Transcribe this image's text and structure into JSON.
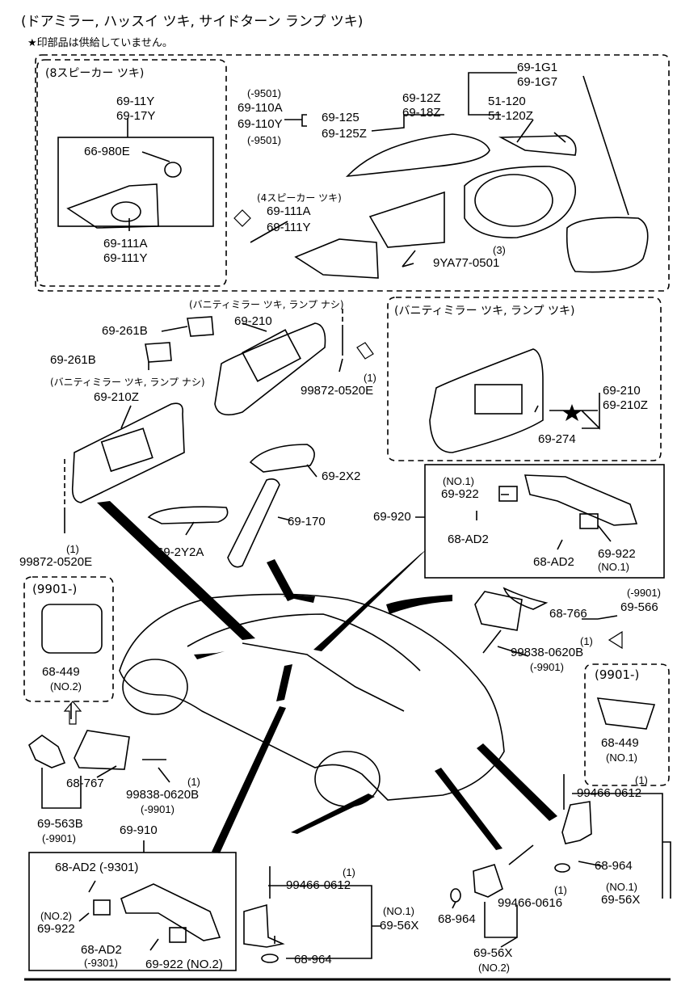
{
  "header": {
    "title": "(ドアミラー, ハッスイ ツキ, サイドターン ランプ ツキ)",
    "note": "★印部品は供給していません。"
  },
  "boxes": {
    "mirror_speaker": "(8スピーカー ツキ)",
    "speaker4": "(4スピーカー ツキ)",
    "vanity_lamp": "(バニティミラー ツキ, ランプ ツキ)",
    "vanity_nolamp_top": "(バニティミラー ツキ, ランプ ナシ)",
    "vanity_nolamp_left": "(バニティミラー ツキ, ランプ ナシ)",
    "box9901_left": "(9901-)",
    "box9901_right": "(9901-)"
  },
  "labels": {
    "l01": "69-1G1",
    "l02": "69-1G7",
    "l03": "69-12Z",
    "l04": "69-18Z",
    "l05": "51-120",
    "l06": "51-120Z",
    "l07": "(-9501)",
    "l08": "69-110A",
    "l09": "69-110Y",
    "l10": "(-9501)",
    "l11": "69-125",
    "l12": "69-125Z",
    "l13": "69-11Y",
    "l14": "69-17Y",
    "l15": "66-980E",
    "l16": "69-111A",
    "l17": "69-111Y",
    "l18": "69-111A",
    "l19": "69-111Y",
    "l20": "(3)",
    "l21": "9YA77-0501",
    "l22": "69-261B",
    "l23": "69-210",
    "l24": "69-261B",
    "l25": "(1)",
    "l26": "99872-0520E",
    "l27": "69-210Z",
    "l28": "69-210",
    "l29": "69-210Z",
    "l30": "69-274",
    "l31": "69-2X2",
    "l32": "69-170",
    "l33": "69-2Y2A",
    "l34": "(1)",
    "l35": "99872-0520E",
    "l36": "(NO.1)",
    "l37": "69-922",
    "l38": "69-920",
    "l39": "68-AD2",
    "l40": "68-AD2",
    "l41": "69-922",
    "l42": "(NO.1)",
    "l43": "(-9901)",
    "l44": "68-766",
    "l45": "69-566",
    "l46": "(1)",
    "l47": "99838-0620B",
    "l48": "(-9901)",
    "l49": "68-449",
    "l50": "(NO.2)",
    "l51": "68-449",
    "l52": "(NO.1)",
    "l53": "68-767",
    "l54": "(1)",
    "l55": "99838-0620B",
    "l56": "(-9901)",
    "l57": "69-563B",
    "l58": "(-9901)",
    "l59": "69-910",
    "l60": "68-AD2 (-9301)",
    "l61": "(NO.2)",
    "l62": "69-922",
    "l63": "68-AD2",
    "l64": "(-9301)",
    "l65": "69-922 (NO.2)",
    "l66": "(1)",
    "l67": "99466-0612",
    "l68": "(NO.1)",
    "l69": "69-56X",
    "l70": "68-964",
    "l71": "68-964",
    "l72": "(1)",
    "l73": "99466-0616",
    "l74": "69-56X",
    "l75": "(NO.2)",
    "l76": "(1)",
    "l77": "99466-0612",
    "l78": "68-964",
    "l79": "(NO.1)",
    "l80": "69-56X"
  },
  "icons": [
    "mirror-assembly-icon",
    "speaker-icon",
    "sun-visor-icon",
    "lamp-icon",
    "screw-icon",
    "rear-view-mirror-icon",
    "assist-grip-icon",
    "room-lamp-icon",
    "car-body-icon",
    "bracket-icon",
    "washer-icon",
    "arrow-icon"
  ]
}
